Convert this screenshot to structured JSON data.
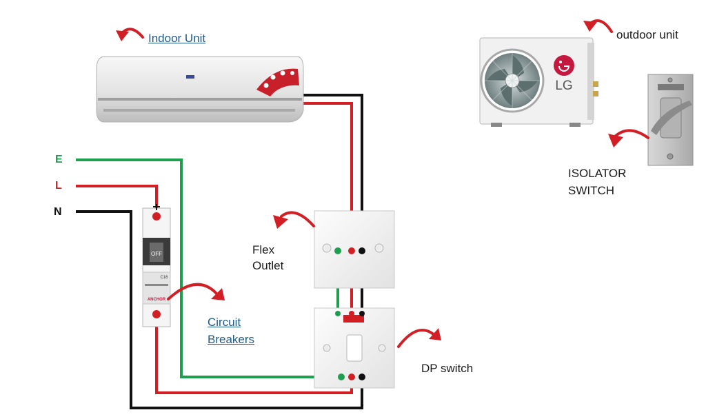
{
  "labels": {
    "indoor_unit": "Indoor Unit",
    "outdoor_unit": "outdoor unit",
    "isolator_line1": "ISOLATOR",
    "isolator_line2": "SWITCH",
    "flex_line1": "Flex",
    "flex_line2": "Outlet",
    "circuit_line1": "Circuit",
    "circuit_line2": "Breakers",
    "dp_switch": "DP switch",
    "earth": "E",
    "live": "L",
    "neutral": "N"
  },
  "device_text": {
    "brand_logo": "LG",
    "mcb_state": "OFF",
    "mcb_rating": "C16",
    "mcb_brand": "ANCHOR"
  },
  "colors": {
    "earth_wire": "#1f9e4f",
    "live_wire": "#d11f24",
    "neutral_wire": "#111111",
    "arrow": "#d21f26",
    "link_text": "#1d5a8a",
    "lg_red": "#c4183f"
  }
}
